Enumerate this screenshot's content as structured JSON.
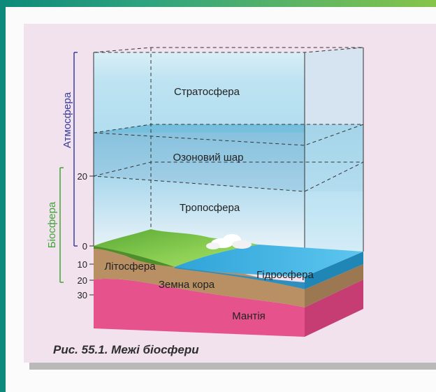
{
  "diagram": {
    "layers": {
      "stratosphere": "Стратосфера",
      "ozone": "Озоновий шар",
      "troposphere": "Тропосфера",
      "lithosphere": "Літосфера",
      "crust": "Земна кора",
      "hydrosphere": "Гідросфера",
      "mantle": "Мантія"
    },
    "brackets": {
      "atmosphere": "Атмосфера",
      "biosphere": "Біосфера"
    },
    "scale_labels": [
      "20",
      "0",
      "10",
      "20",
      "30"
    ],
    "caption": "Рис. 55.1. Межі біосфери"
  },
  "colors": {
    "atmosphere_bracket": "#3a3f9b",
    "biosphere_bracket": "#3fa535",
    "mantle": "#e6528b",
    "crust": "#b99064",
    "water": "#40b5e3",
    "land": "#7cc24b"
  }
}
